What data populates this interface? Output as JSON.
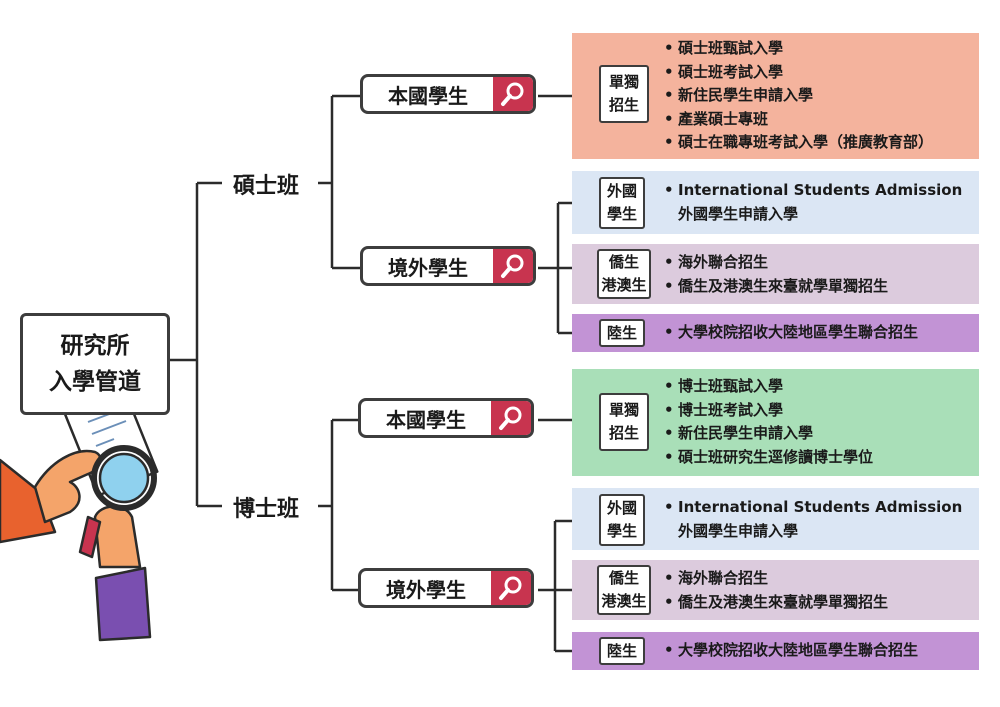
{
  "root": {
    "line1": "研究所",
    "line2": "入學管道"
  },
  "masters": {
    "label": "碩士班",
    "domestic": {
      "label": "本國學生",
      "panel": {
        "tag": [
          "單獨",
          "招生"
        ],
        "color": "#f4b39d",
        "items": [
          "碩士班甄試入學",
          "碩士班考試入學",
          "新住民學生申請入學",
          "產業碩士專班",
          "碩士在職專班考試入學（推廣教育部）"
        ]
      }
    },
    "overseas": {
      "label": "境外學生",
      "panels": [
        {
          "tag": [
            "外國",
            "學生"
          ],
          "color": "#dbe6f4",
          "item": "International Students Admission",
          "item_cont": "外國學生申請入學"
        },
        {
          "tag": [
            "僑生",
            "港澳生"
          ],
          "color": "#dccbdd",
          "items": [
            "海外聯合招生",
            "僑生及港澳生來臺就學單獨招生"
          ]
        },
        {
          "tag": [
            "陸生"
          ],
          "color": "#c293d5",
          "items": [
            "大學校院招收大陸地區學生聯合招生"
          ]
        }
      ]
    }
  },
  "doctoral": {
    "label": "博士班",
    "domestic": {
      "label": "本國學生",
      "panel": {
        "tag": [
          "單獨",
          "招生"
        ],
        "color": "#a9dfb8",
        "items": [
          "博士班甄試入學",
          "博士班考試入學",
          "新住民學生申請入學",
          "碩士班研究生逕修讀博士學位"
        ]
      }
    },
    "overseas": {
      "label": "境外學生",
      "panels": [
        {
          "tag": [
            "外國",
            "學生"
          ],
          "color": "#dbe6f4",
          "item": "International Students Admission",
          "item_cont": "外國學生申請入學"
        },
        {
          "tag": [
            "僑生",
            "港澳生"
          ],
          "color": "#dccbdd",
          "items": [
            "海外聯合招生",
            "僑生及港澳生來臺就學單獨招生"
          ]
        },
        {
          "tag": [
            "陸生"
          ],
          "color": "#c293d5",
          "items": [
            "大學校院招收大陸地區學生聯合招生"
          ]
        }
      ]
    }
  },
  "icons": {
    "search": "search-icon",
    "illustration": "hands-document-magnifier-illustration"
  },
  "colors": {
    "icon_bg": "#c8344f",
    "line": "#2b2b2b"
  }
}
